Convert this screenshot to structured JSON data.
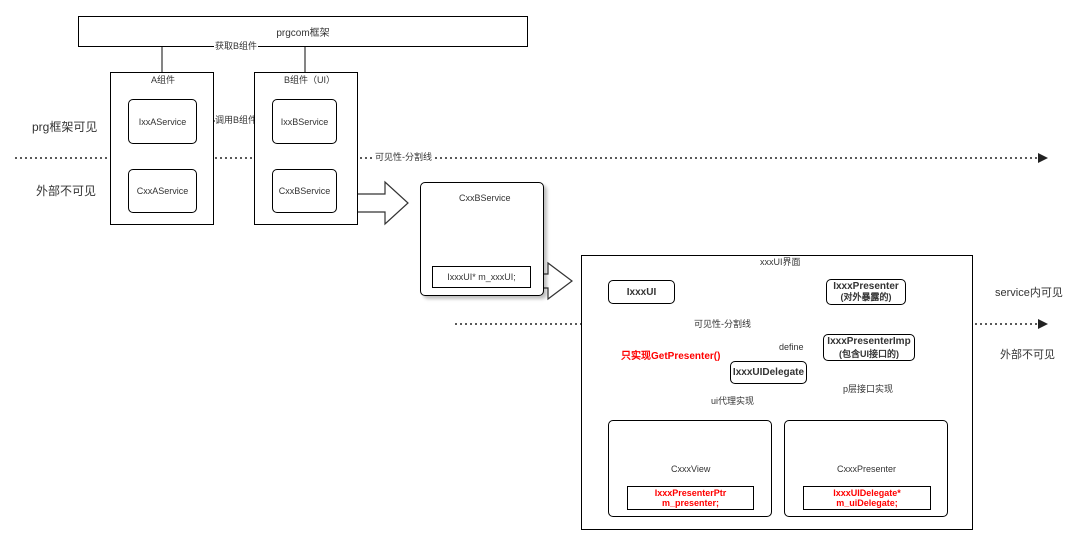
{
  "framework": {
    "title": "prgcom框架"
  },
  "arrows": {
    "get_b": "获取B组件",
    "call_b": "调用B组件",
    "define": "define",
    "ui_delegate_impl": "ui代理实现",
    "p_layer_impl": "p层接口实现",
    "only_get_presenter": "只实现GetPresenter()"
  },
  "component_a": {
    "title": "A组件",
    "iface": "IxxAService",
    "impl": "CxxAService"
  },
  "component_b": {
    "title": "B组件（UI）",
    "iface": "IxxBService",
    "impl": "CxxBService"
  },
  "visibility": {
    "prg_visible": "prg框架可见",
    "external_hidden_left": "外部不可见",
    "divider_1": "可见性-分割线",
    "divider_2": "可见性-分割线",
    "service_visible": "service内可见",
    "external_hidden_right": "外部不可见"
  },
  "cxxb_detail": {
    "title": "CxxBService",
    "member": "IxxxUI* m_xxxUI;"
  },
  "ui_panel": {
    "title": "xxxUI界面",
    "ixxxui": "IxxxUI",
    "presenter_line1": "IxxxPresenter",
    "presenter_line2": "(对外暴露的)",
    "presenter_imp_line1": "IxxxPresenterImp",
    "presenter_imp_line2": "(包含UI接口的)",
    "ui_delegate": "IxxxUIDelegate",
    "view_title": "CxxxView",
    "view_member_line1": "IxxxPresenterPtr",
    "view_member_line2": "m_presenter;",
    "presenter_title": "CxxxPresenter",
    "presenter_member_line1": "IxxxUIDelegate*",
    "presenter_member_line2": "m_uiDelegate;"
  },
  "colors": {
    "line": "#333333",
    "accent": "#ff0000",
    "dotted": "#222222"
  }
}
